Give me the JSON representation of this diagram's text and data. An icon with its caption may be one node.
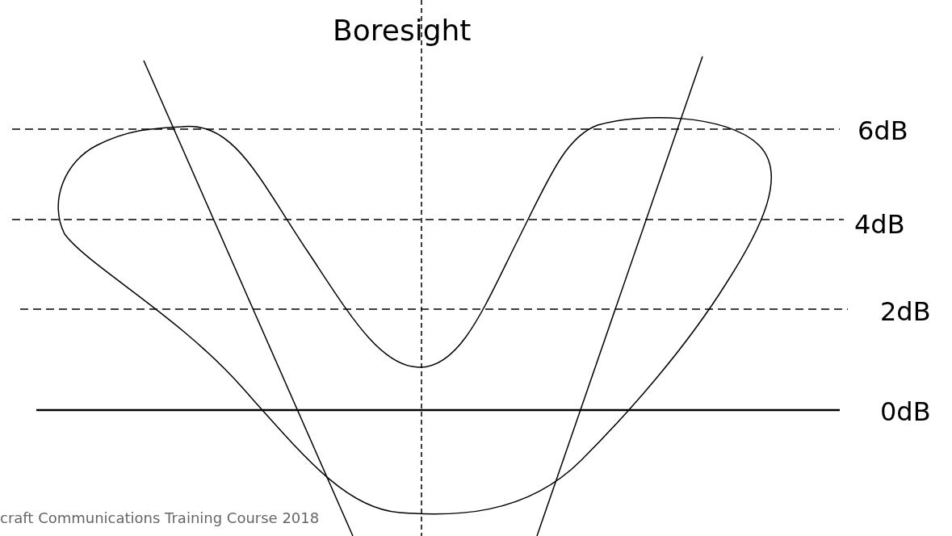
{
  "diagram": {
    "labels": [
      "Boresight",
      "6dB",
      "4dB",
      "2dB",
      "0dB",
      "craft Communications Training Course 2018"
    ]
  }
}
